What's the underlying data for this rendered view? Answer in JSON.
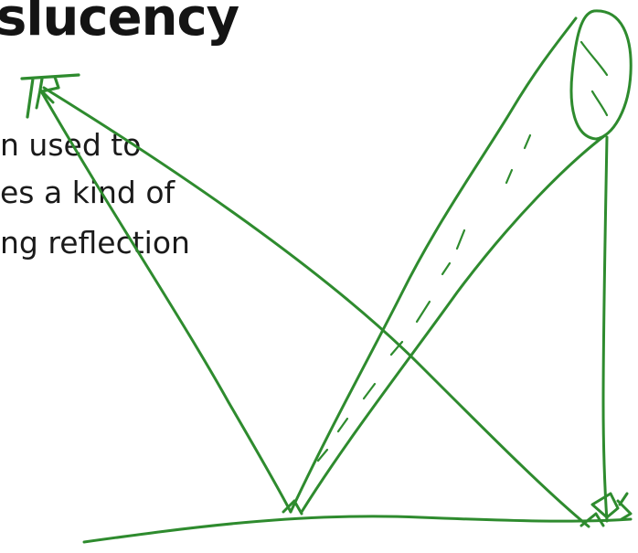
{
  "slide": {
    "heading": "slucency",
    "body_lines": [
      "n used to",
      "es a kind of",
      "ng reflection"
    ]
  },
  "sketch": {
    "stroke_color": "#2e8b2e"
  }
}
